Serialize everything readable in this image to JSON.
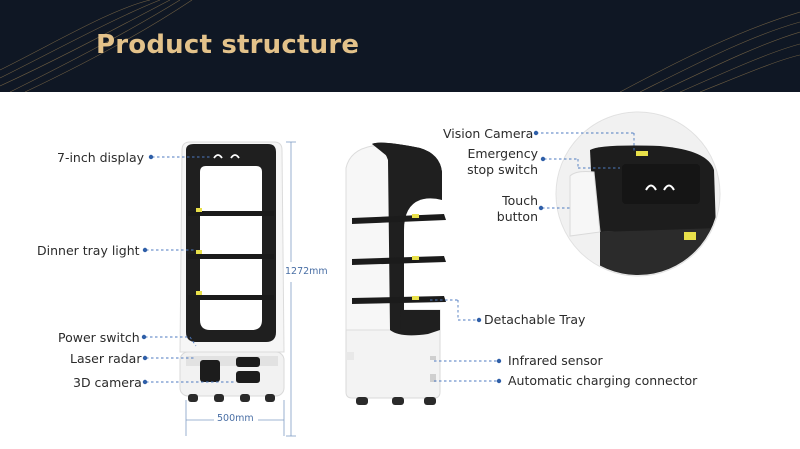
{
  "title": "Product structure",
  "labels": {
    "display": "7-inch display",
    "tray_light": "Dinner tray light",
    "power_switch": "Power switch",
    "laser_radar": "Laser radar",
    "camera_3d": "3D camera",
    "vision_camera": "Vision Camera",
    "emergency_line1": "Emergency",
    "emergency_line2": "stop switch",
    "touch_line1": "Touch",
    "touch_line2": "button",
    "detachable_tray": "Detachable Tray",
    "infrared_sensor": "Infrared sensor",
    "charging_connector": "Automatic charging connector"
  },
  "dimensions": {
    "height": "1272mm",
    "width": "500mm"
  },
  "colors": {
    "header_bg": "#0f1724",
    "title_gold": "#e3c28a",
    "dot_blue": "#2f5fa8",
    "robot_body": "#f4f4f4",
    "robot_dark": "#222222",
    "tray_light": "#e8e04a"
  }
}
